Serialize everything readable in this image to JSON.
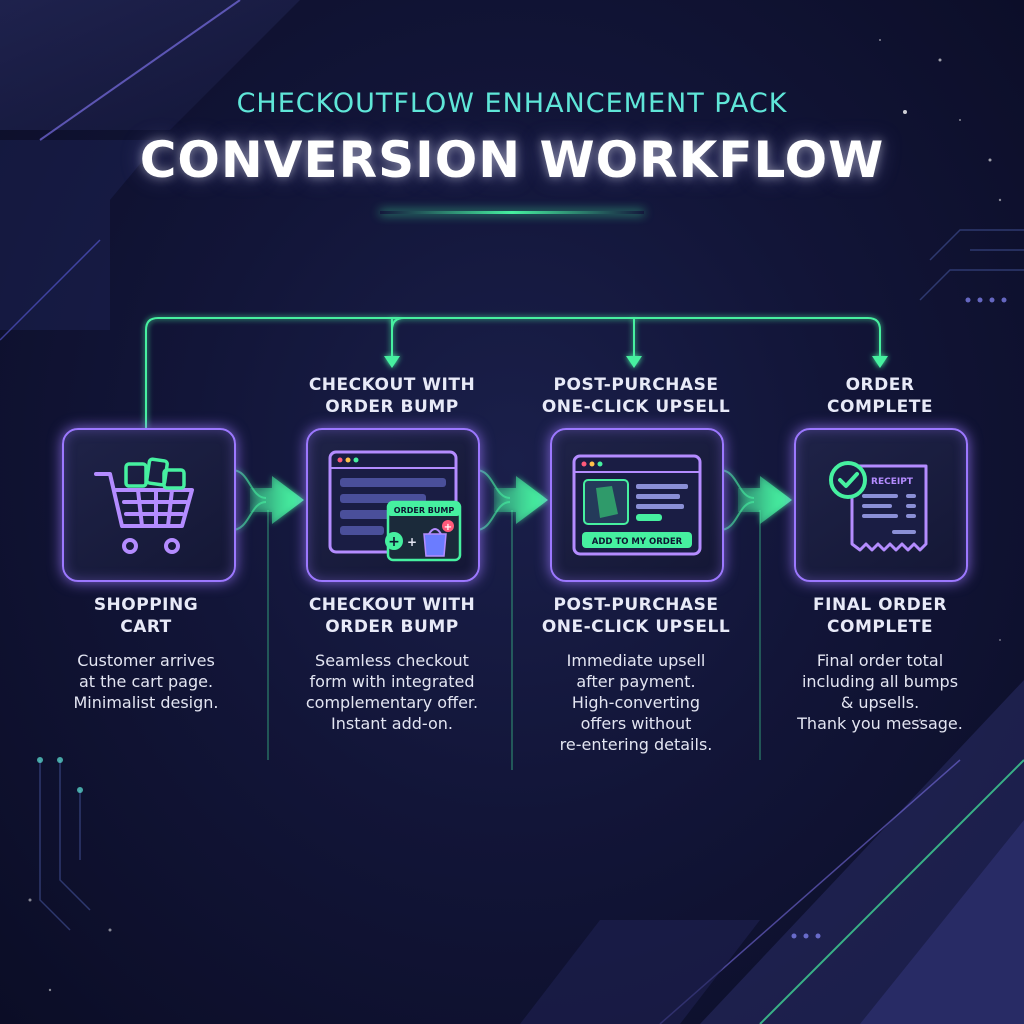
{
  "header": {
    "subtitle": "CHECKOUTFLOW ENHANCEMENT PACK",
    "title": "CONVERSION WORKFLOW"
  },
  "colors": {
    "accent_green": "#46f0a0",
    "accent_teal": "#5fe6d8",
    "card_border": "#9c78ff",
    "background": "#121538"
  },
  "steps": [
    {
      "icon": "shopping-cart-icon",
      "top_label": [
        "",
        ""
      ],
      "bottom_label": [
        "SHOPPING",
        "CART"
      ],
      "description": [
        "Customer arrives",
        "at the cart page.",
        "Minimalist design."
      ]
    },
    {
      "icon": "checkout-form-icon",
      "top_label": [
        "CHECKOUT WITH",
        "ORDER BUMP"
      ],
      "bottom_label": [
        "CHECKOUT WITH",
        "ORDER BUMP"
      ],
      "description": [
        "Seamless checkout",
        "form with integrated",
        "complementary offer.",
        "Instant add-on."
      ],
      "badge": "ORDER BUMP"
    },
    {
      "icon": "upsell-window-icon",
      "top_label": [
        "POST-PURCHASE",
        "ONE-CLICK UPSELL"
      ],
      "bottom_label": [
        "POST-PURCHASE",
        "ONE-CLICK UPSELL"
      ],
      "description": [
        "Immediate upsell",
        "after payment.",
        "High-converting",
        "offers without",
        "re-entering details."
      ],
      "button": "ADD TO MY ORDER"
    },
    {
      "icon": "receipt-icon",
      "top_label": [
        "ORDER",
        "COMPLETE"
      ],
      "bottom_label": [
        "FINAL ORDER",
        "COMPLETE"
      ],
      "description": [
        "Final order total",
        "including all bumps",
        "& upsells.",
        "Thank you message."
      ],
      "receipt_text": "RECEIPT"
    }
  ]
}
